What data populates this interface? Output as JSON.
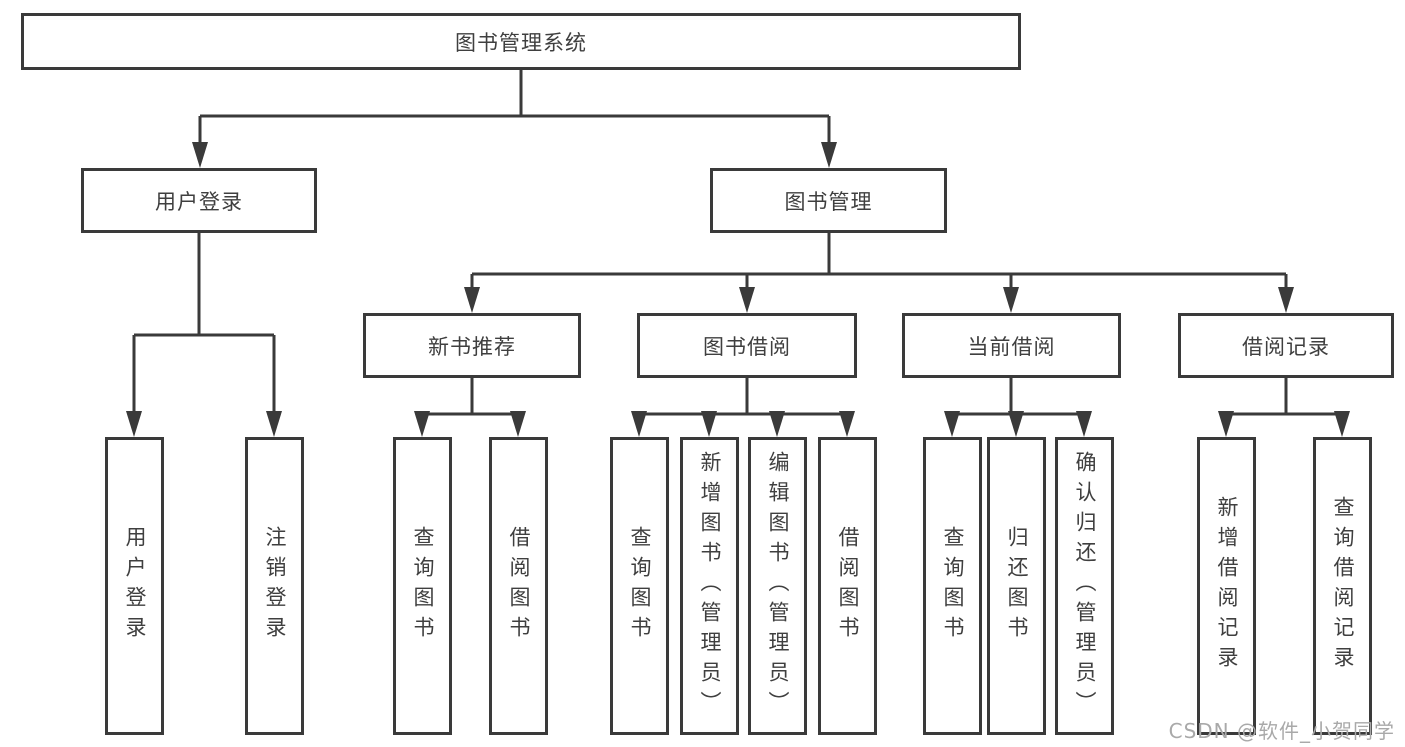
{
  "diagram": {
    "background": "#ffffff",
    "line_color": "#3a3a3a",
    "text_color": "#3f3f3f",
    "watermark_color": "#a9a9a9",
    "nodes": {
      "root": "图书管理系统",
      "user_login": "用户登录",
      "book_mgmt": "图书管理",
      "new_books": "新书推荐",
      "book_borrow": "图书借阅",
      "current_borrow": "当前借阅",
      "borrow_records": "借阅记录"
    },
    "leaves": {
      "user_login": [
        "用户登录",
        "注销登录"
      ],
      "new_books": [
        "查询图书",
        "借阅图书"
      ],
      "book_borrow": [
        "查询图书",
        "新增图书（管理员）",
        "编辑图书（管理员）",
        "借阅图书"
      ],
      "current_borrow": [
        "查询图书",
        "归还图书",
        "确认归还（管理员）"
      ],
      "borrow_records": [
        "新增借阅记录",
        "查询借阅记录"
      ]
    },
    "watermark": "CSDN @软件_小贺同学"
  }
}
